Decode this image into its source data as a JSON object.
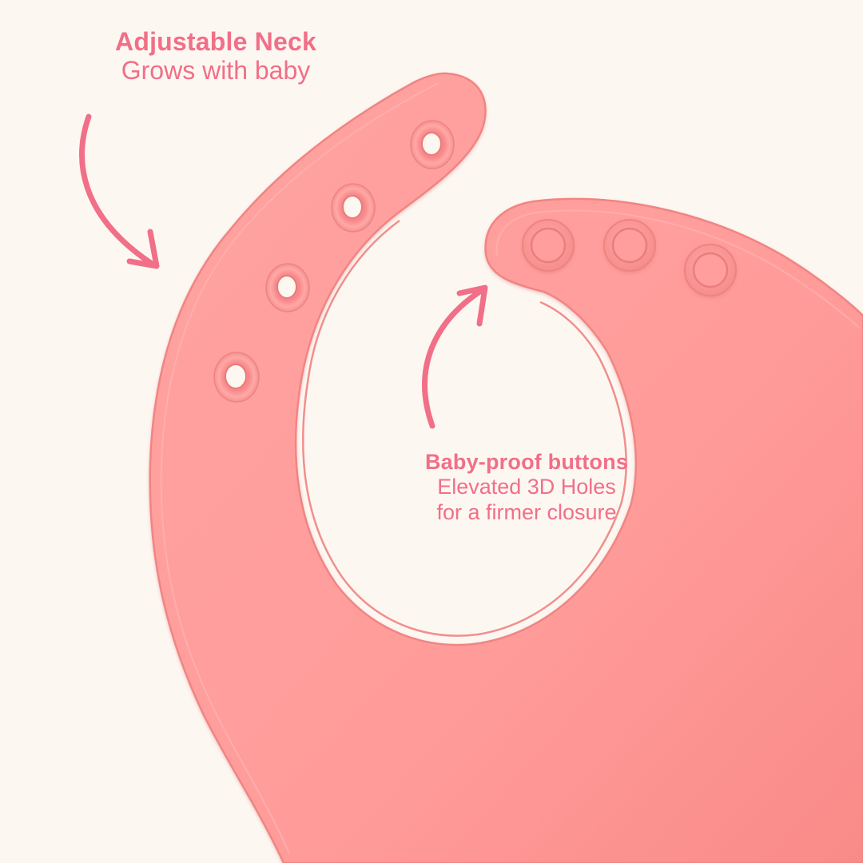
{
  "colors": {
    "background": "#FDF7F2",
    "bib": "#FF9C9A",
    "bib_edge": "#F08583",
    "bib_shadow": "#EE8A88",
    "accent_text": "#F16F87",
    "arrow": "#F16F87"
  },
  "callouts": {
    "neck": {
      "title": "Adjustable Neck",
      "subtitle": "Grows with baby",
      "arrow_icon": "curved-arrow-down-right-icon"
    },
    "buttons": {
      "title": "Baby-proof buttons",
      "line1": "Elevated 3D Holes",
      "line2": "for a firmer closure",
      "arrow_icon": "curved-arrow-up-right-icon"
    }
  },
  "bib": {
    "strap_hole_count": 4,
    "snap_button_count": 3
  }
}
